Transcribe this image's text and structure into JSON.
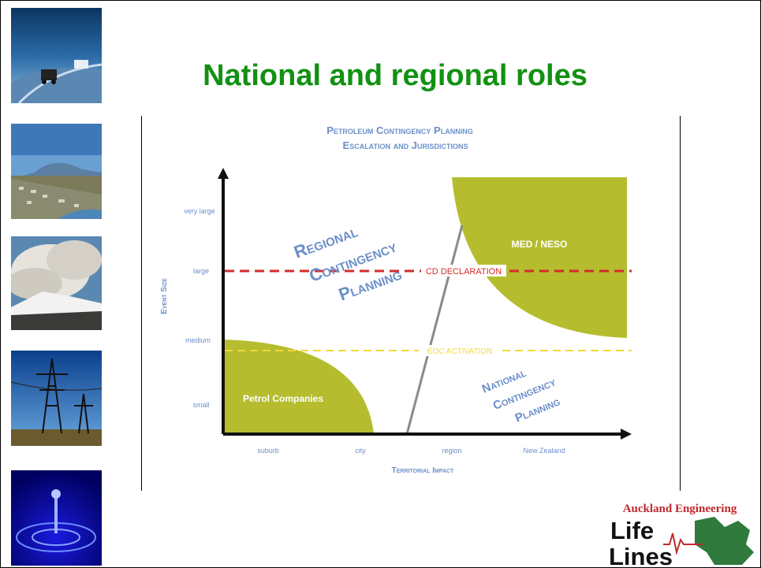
{
  "slide": {
    "title": "National and regional roles"
  },
  "sidebar": {
    "images": [
      "trucks-on-road-photo",
      "coastal-town-photo",
      "volcano-eruption-photo",
      "power-pylons-photo",
      "water-drop-photo"
    ]
  },
  "diagram": {
    "heading_line1": "Petroleum Contingency Planning",
    "heading_line2": "Escalation and Jurisdictions",
    "y_axis_label": "Event Size",
    "x_axis_label": "Territorial Impact",
    "y_ticks": [
      "very large",
      "large",
      "medium",
      "small"
    ],
    "x_ticks": [
      "suburb",
      "city",
      "region",
      "New Zealand"
    ],
    "regional_label": [
      "Regional",
      "Contingency",
      "Planning"
    ],
    "national_label": [
      "National",
      "Contingency",
      "Planning"
    ],
    "petrol_label": "Petrol Companies",
    "med_label": "MED / NESO",
    "cd_label": "CD DECLARATION",
    "eoc_label": "EOC ACTIVATION",
    "colors": {
      "region_fill": "#b5bd2e",
      "cd_line": "#d42b2b",
      "eoc_line": "#f2d83a",
      "label_blue": "#6b8fc9",
      "axis": "#111111"
    }
  },
  "logo": {
    "line1": "Auckland Engineering",
    "line2": "Life",
    "line3": "Lines"
  }
}
